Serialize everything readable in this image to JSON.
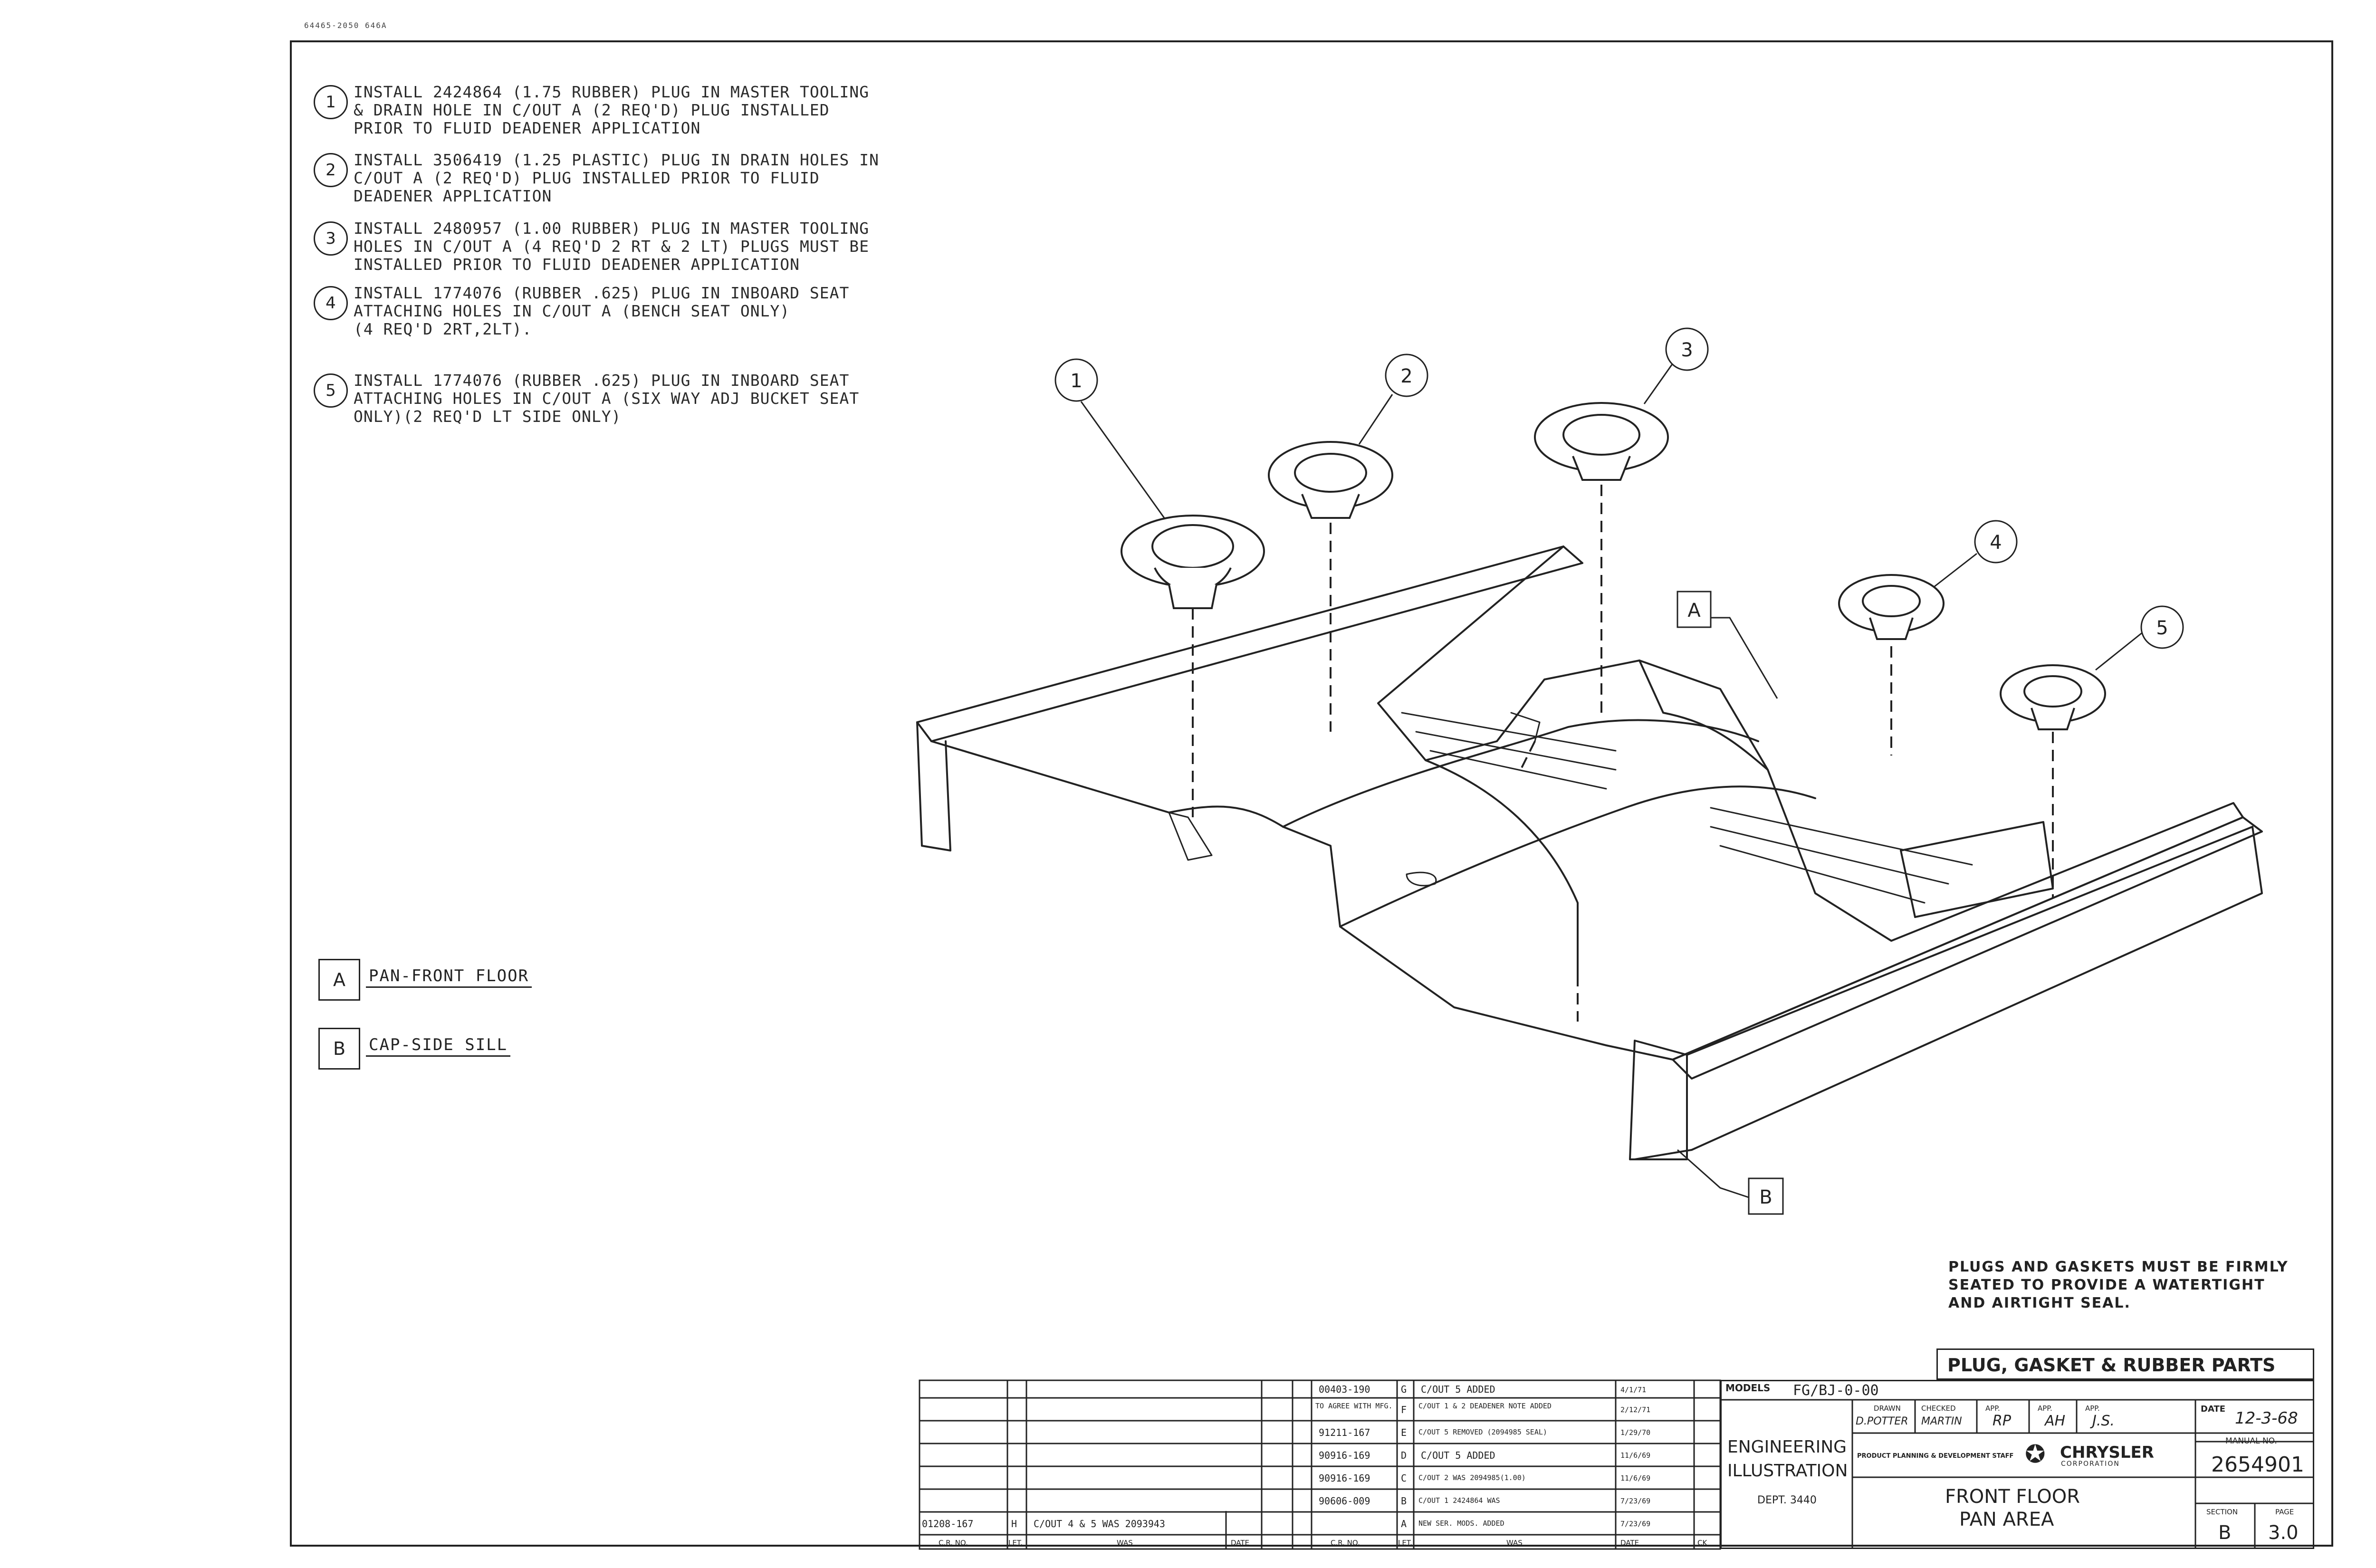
{
  "header_stamp": "64465-2050 646A",
  "notes": [
    {
      "number": "1",
      "text": "INSTALL 2424864 (1.75 RUBBER) PLUG IN MASTER TOOLING\n& DRAIN HOLE IN C/OUT A (2 REQ'D) PLUG INSTALLED\nPRIOR TO FLUID DEADENER APPLICATION"
    },
    {
      "number": "2",
      "text": "INSTALL 3506419 (1.25 PLASTIC) PLUG IN DRAIN HOLES IN\nC/OUT A (2 REQ'D) PLUG INSTALLED PRIOR TO FLUID\nDEADENER APPLICATION"
    },
    {
      "number": "3",
      "text": "INSTALL 2480957 (1.00 RUBBER) PLUG IN MASTER TOOLING\nHOLES IN C/OUT A (4 REQ'D 2 RT & 2 LT) PLUGS MUST BE\nINSTALLED PRIOR TO FLUID DEADENER APPLICATION"
    },
    {
      "number": "4",
      "text": "INSTALL 1774076 (RUBBER .625) PLUG IN INBOARD SEAT\nATTACHING HOLES IN C/OUT A (BENCH SEAT ONLY)\n(4 REQ'D 2RT,2LT)."
    },
    {
      "number": "5",
      "text": "INSTALL 1774076 (RUBBER .625) PLUG IN INBOARD SEAT\nATTACHING HOLES IN C/OUT A (SIX WAY ADJ BUCKET SEAT\nONLY)(2 REQ'D LT SIDE ONLY)"
    }
  ],
  "legend": [
    {
      "key": "A",
      "label": "PAN-FRONT FLOOR"
    },
    {
      "key": "B",
      "label": "CAP-SIDE SILL"
    }
  ],
  "callouts": {
    "c1": "1",
    "c2": "2",
    "c3": "3",
    "c4": "4",
    "c5": "5",
    "ca": "A",
    "cb": "B"
  },
  "warning_note": "PLUGS AND GASKETS MUST BE FIRMLY\nSEATED TO PROVIDE A WATERTIGHT\nAND AIRTIGHT SEAL.",
  "title_block": {
    "category": "PLUG, GASKET & RUBBER PARTS",
    "models_label": "MODELS",
    "models_value": "FG/BJ-0-00",
    "engineering": "ENGINEERING",
    "illustration": "ILLUSTRATION",
    "dept": "DEPT. 3440",
    "drawn_label": "DRAWN",
    "drawn_value": "D.POTTER",
    "checked_label": "CHECKED",
    "checked_value": "MARTIN",
    "app_label": "APP.",
    "app1_value": "RP",
    "app2_value": "AH",
    "app3_value": "J.S.",
    "date_label": "DATE",
    "date_value": "12-3-68",
    "staff": "PRODUCT PLANNING & DEVELOPMENT STAFF",
    "company": "CHRYSLER",
    "company_sub": "CORPORATION",
    "manual_label": "MANUAL NO.",
    "manual_value": "2654901",
    "title_line1": "FRONT FLOOR",
    "title_line2": "PAN AREA",
    "section_label": "SECTION",
    "section_value": "B",
    "page_label": "PAGE",
    "page_value": "3.0"
  },
  "revisions": [
    {
      "cr": "00403-190",
      "ltr": "G",
      "was": "C/OUT 5 ADDED",
      "date": "4/1/71"
    },
    {
      "cr": "TO AGREE WITH MFG.",
      "ltr": "F",
      "was": "C/OUT 1 & 2 DEADENER NOTE ADDED",
      "date": "2/12/71"
    },
    {
      "cr": "91211-167",
      "ltr": "E",
      "was": "C/OUT 5 REMOVED (2094985 SEAL)",
      "date": "1/29/70"
    },
    {
      "cr": "90916-169",
      "ltr": "D",
      "was": "C/OUT 5 ADDED",
      "date": "11/6/69"
    },
    {
      "cr": "90916-169",
      "ltr": "C",
      "was": "C/OUT 2 WAS 2094985(1.00)",
      "date": "11/6/69"
    },
    {
      "cr": "90606-009",
      "ltr": "B",
      "was": "C/OUT 1 2424864 WAS",
      "date": "7/23/69"
    },
    {
      "cr": "",
      "ltr": "A",
      "was": "NEW SER. MODS. ADDED",
      "date": "7/23/69"
    }
  ],
  "left_revision": {
    "cr": "01208-167",
    "ltr": "H",
    "was": "C/OUT 4 & 5 WAS 2093943"
  },
  "rev_headers": {
    "cr": "C.R. NO.",
    "ltr": "LET.",
    "was": "WAS",
    "date": "DATE",
    "ck": "CK",
    "left_cr": "C.R. NO.",
    "left_ltr": "LET.",
    "left_was": "WAS",
    "left_date": "DATE"
  },
  "colors": {
    "ink": "#222222",
    "paper": "#ffffff"
  }
}
